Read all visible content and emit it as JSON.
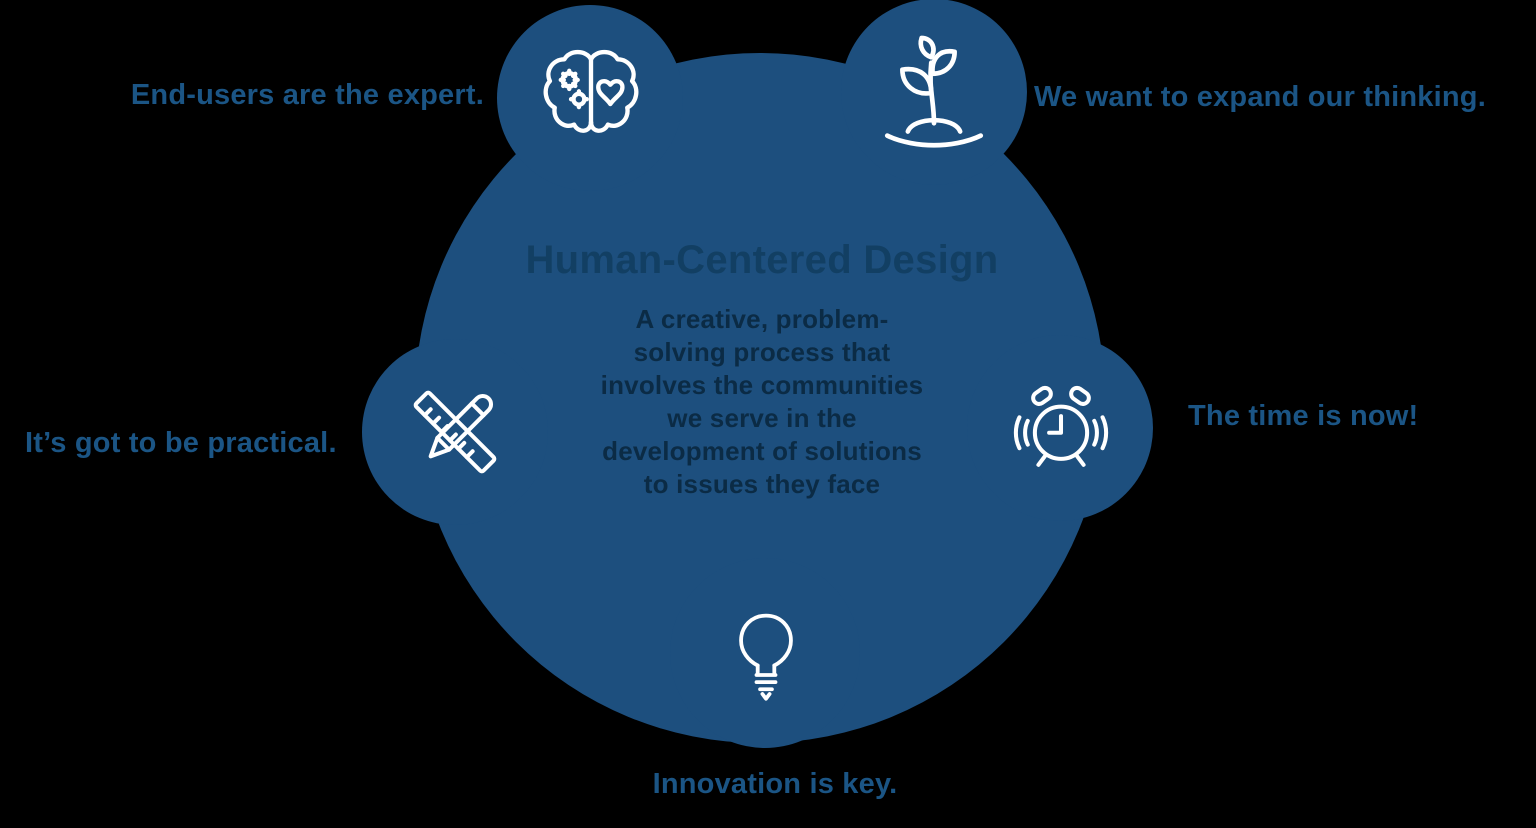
{
  "diagram": {
    "title": "Human-Centered Design",
    "description": "A creative, problem-\nsolving process that\ninvolves the communities\nwe serve in the\ndevelopment of solutions\nto issues they face",
    "labels": {
      "top_left": "End-users are the expert.",
      "top_right": "We want to expand our thinking.",
      "left": "It’s got to be practical.",
      "right": "The time is now!",
      "bottom": "Innovation is key."
    },
    "icons": {
      "top_left": "brain-gears-heart-icon",
      "top_right": "sprouting-plant-icon",
      "left": "pencil-and-ruler-icon",
      "right": "alarm-clock-icon",
      "bottom": "lightbulb-icon"
    }
  },
  "colors": {
    "background": "#000000",
    "blob": "#1d4f7e",
    "icon": "#ffffff",
    "label_text": "#1b5585",
    "title_text": "#123f63",
    "body_text": "#0b2b45"
  }
}
